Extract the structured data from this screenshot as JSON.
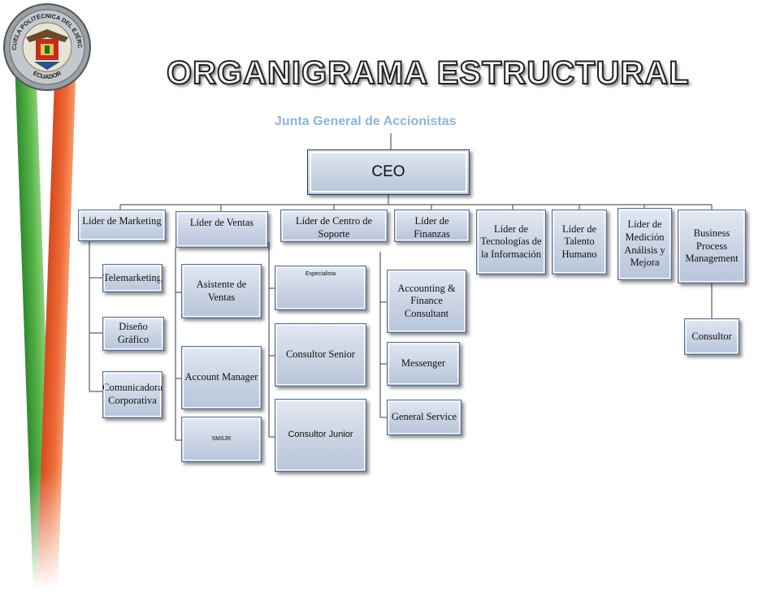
{
  "header": {
    "title": "ORGANIGRAMA ESTRUCTURAL",
    "top_node": "Junta General de Accionistas"
  },
  "seal": {
    "text_top": "ESCUELA POLITÉCNICA DEL EJÉRCITO",
    "text_bottom": "ECUADOR"
  },
  "org": {
    "ceo": "CEO",
    "leaders": {
      "marketing": "Líder de Marketing",
      "ventas": "Líder de Ventas",
      "soporte": "Líder de Centro de Soporte",
      "finanzas": "Líder de Finanzas",
      "tecnologias": "Líder de Tecnologías de la Información",
      "talento": "Líder de Talento Humano",
      "medicion": "Líder de Medición Análisis y Mejora",
      "bpm": "Business Process Management"
    },
    "marketing_children": [
      "Telemarketing",
      "Diseño Gráfico",
      "Comunicadora Corporativa"
    ],
    "ventas_children": [
      "Asistente de Ventas",
      "Account Manager",
      "SMSJR"
    ],
    "soporte_children": [
      "Especialista",
      "Consultor Senior",
      "Consultor Junior"
    ],
    "finanzas_children": [
      "Accounting & Finance Consultant",
      "Messenger",
      "General Service"
    ],
    "bpm_children": [
      "Consultor"
    ]
  },
  "colors": {
    "box_fill": "#c9d3e3",
    "box_border": "#5a6f96",
    "junta_text": "#8fb4d8",
    "ribbon_green": "#58b548",
    "ribbon_orange": "#ee6a35"
  }
}
